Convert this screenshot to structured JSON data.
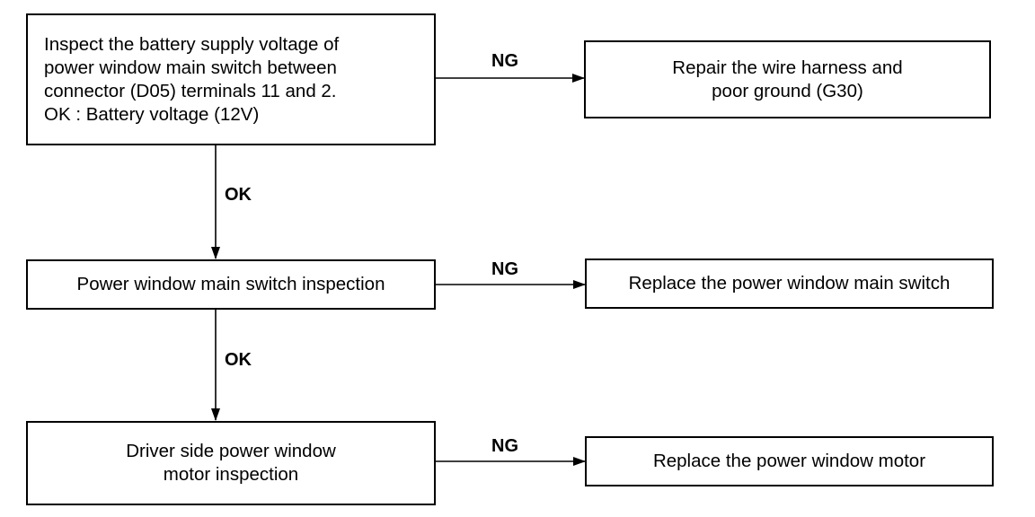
{
  "steps": {
    "battery_check": "Inspect the battery supply voltage of\npower window main switch between\nconnector (D05) terminals 11 and 2.\nOK : Battery voltage (12V)",
    "switch_inspection": "Power window main switch inspection",
    "motor_inspection": "Driver side power window\nmotor  inspection"
  },
  "actions": {
    "repair_harness": "Repair the wire harness and\npoor ground (G30)",
    "replace_switch": "Replace the power window main switch",
    "replace_motor": "Replace the power window motor"
  },
  "labels": {
    "ng": "NG",
    "ok": "OK"
  }
}
